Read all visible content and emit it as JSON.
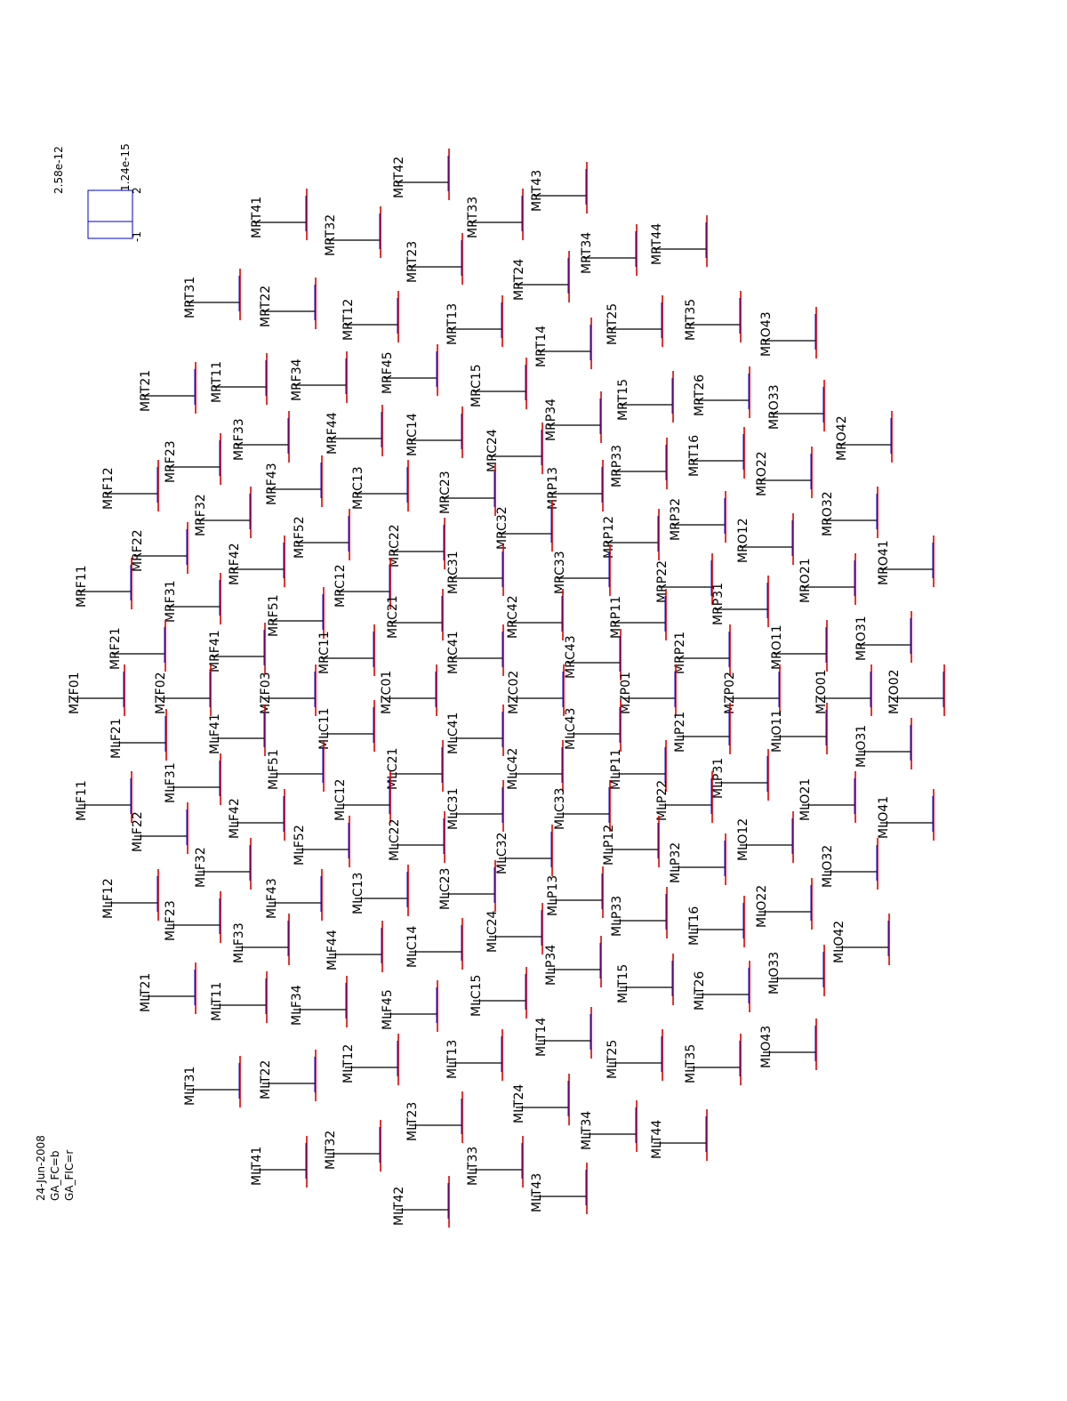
{
  "header": {
    "scale_main": "2.58e-12",
    "scale_secondary": "1.24e-15",
    "scale_max_tick": "2",
    "scale_min_tick": "-1"
  },
  "footer": {
    "date": "24-Jun-2008",
    "legend_b": "GA_FC=b",
    "legend_r": "GA_FIC=r"
  },
  "colors": {
    "series_b": "#0000cc",
    "series_r": "#dd0000",
    "axis": "#000000"
  },
  "sensors": [
    "MRT42",
    "MRT43",
    "MRT41",
    "MRT32",
    "MRT33",
    "MRT23",
    "MRT34",
    "MRT44",
    "MRT24",
    "MRT31",
    "MRT22",
    "MRT12",
    "MRT13",
    "MRT25",
    "MRT35",
    "MRO43",
    "MRT21",
    "MRT11",
    "MRF34",
    "MRF45",
    "MRC15",
    "MRT14",
    "MRT15",
    "MRT26",
    "MRO33",
    "MRF23",
    "MRF33",
    "MRF44",
    "MRC14",
    "MRC24",
    "MRP34",
    "MRT16",
    "MRO42",
    "MRF12",
    "MRF43",
    "MRC13",
    "MRC23",
    "MRP13",
    "MRP33",
    "MRO22",
    "MRF32",
    "MRF52",
    "MRC22",
    "MRC32",
    "MRP12",
    "MRP32",
    "MRO12",
    "MRO32",
    "MRF22",
    "MRF42",
    "MRC12",
    "MRC31",
    "MRC33",
    "MRP22",
    "MRO21",
    "MRO41",
    "MRF11",
    "MRF31",
    "MRF51",
    "MRC21",
    "MRC42",
    "MRP11",
    "MRP31",
    "MRF21",
    "MRF41",
    "MRC11",
    "MRC41",
    "MRC43",
    "MRP21",
    "MRO11",
    "MRO31",
    "MZF01",
    "MZF02",
    "MZF03",
    "MZC01",
    "MZC02",
    "MZP01",
    "MZP02",
    "MZO01",
    "MZO02",
    "MLF21",
    "MLF41",
    "MLC11",
    "MLC41",
    "MLC43",
    "MLP21",
    "MLO11",
    "MLO31",
    "MLF11",
    "MLF31",
    "MLF51",
    "MLC21",
    "MLC42",
    "MLP11",
    "MLP31",
    "MLF22",
    "MLF42",
    "MLC12",
    "MLC31",
    "MLC33",
    "MLP22",
    "MLO21",
    "MLO41",
    "MLF32",
    "MLF52",
    "MLC22",
    "MLC32",
    "MLP12",
    "MLP32",
    "MLO12",
    "MLO32",
    "MLF12",
    "MLF43",
    "MLC13",
    "MLC23",
    "MLP13",
    "MLT16",
    "MLO22",
    "MLF23",
    "MLF33",
    "MLF44",
    "MLC14",
    "MLC24",
    "MLP33",
    "MLO42",
    "MLT21",
    "MLT11",
    "MLF34",
    "MLF45",
    "MLC15",
    "MLP34",
    "MLT15",
    "MLT26",
    "MLO33",
    "MLT31",
    "MLT22",
    "MLT12",
    "MLT13",
    "MLT14",
    "MLT25",
    "MLT35",
    "MLO43",
    "MLT41",
    "MLT32",
    "MLT23",
    "MLT24",
    "MLT34",
    "MLT44",
    "MLT42",
    "MLT33",
    "MLT43"
  ]
}
